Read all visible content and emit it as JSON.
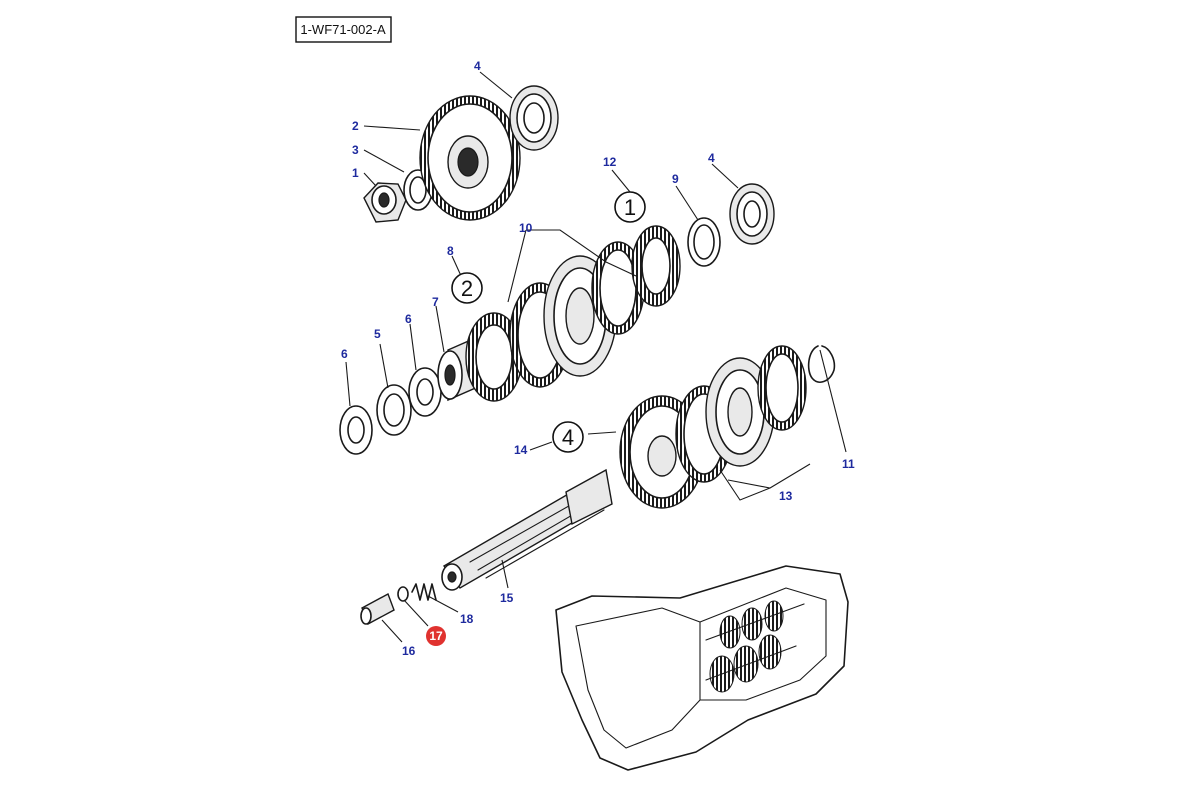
{
  "reference_code": "1-WF71-002-A",
  "highlight_color": "#e0322f",
  "callout_color": "#1e2a9e",
  "callouts": {
    "c1": "1",
    "c2": "2",
    "c3": "3",
    "c4a": "4",
    "c4b": "4",
    "c5": "5",
    "c6a": "6",
    "c6b": "6",
    "c7": "7",
    "c8": "8",
    "c9": "9",
    "c10": "10",
    "c11": "11",
    "c12": "12",
    "c13": "13",
    "c14": "14",
    "c15": "15",
    "c16": "16",
    "c17": "17",
    "c18": "18"
  },
  "circled_groups": {
    "g1": "1",
    "g2": "2",
    "g4": "4"
  }
}
